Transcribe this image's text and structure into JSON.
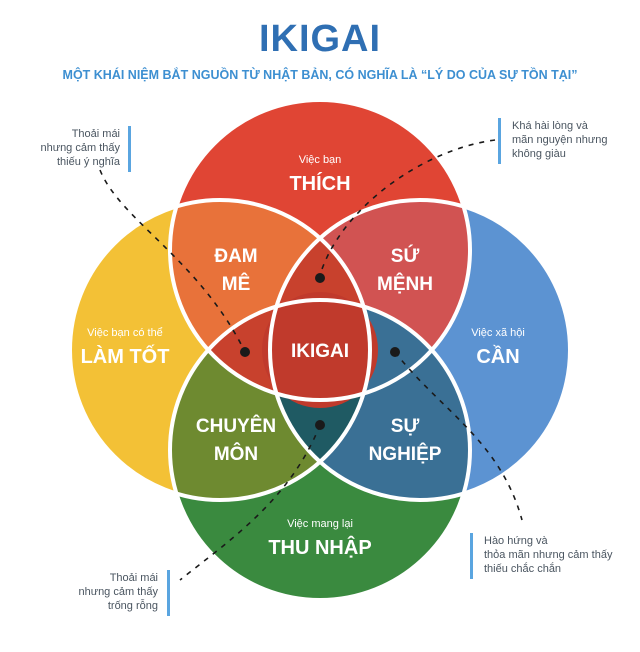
{
  "title": "IKIGAI",
  "subtitle": "MỘT KHÁI NIỆM BẮT NGUỒN TỪ NHẬT BẢN, CÓ NGHĨA LÀ “LÝ DO CỦA SỰ TỒN TẠI”",
  "circles": {
    "top": {
      "small": "Việc bạn",
      "big": "THÍCH",
      "color": "#e04534"
    },
    "left": {
      "small": "Việc bạn có thể",
      "big": "LÀM TỐT",
      "color": "#f3c136"
    },
    "right": {
      "small": "Việc xã hội",
      "big": "CẦN",
      "color": "#5c93d2"
    },
    "bottom": {
      "small": "Việc mang lại",
      "big": "THU NHẬP",
      "color": "#3a8a3f"
    }
  },
  "overlaps": {
    "passion": [
      "ĐAM",
      "MÊ"
    ],
    "mission": [
      "SỨ",
      "MỆNH"
    ],
    "profession": [
      "CHUYÊN",
      "MÔN"
    ],
    "vocation": [
      "SỰ",
      "NGHIỆP"
    ],
    "center": "IKIGAI"
  },
  "notes": {
    "top_left": [
      "Thoải mái",
      "nhưng cảm thấy",
      "thiếu ý nghĩa"
    ],
    "top_right": [
      "Khá hài lòng và",
      "mãn nguyện nhưng",
      "không giàu"
    ],
    "bottom_right": [
      "Hào hứng và",
      "thỏa mãn nhưng cảm thấy",
      "thiếu chắc chắn"
    ],
    "bottom_left": [
      "Thoải mái",
      "nhưng cảm thấy",
      "trống rỗng"
    ]
  }
}
